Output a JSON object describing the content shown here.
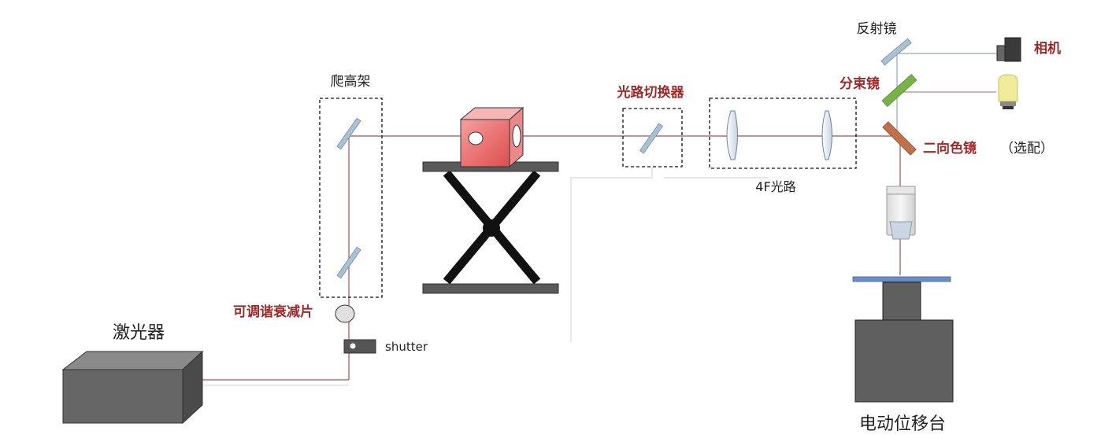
{
  "labels": {
    "laser": "激光器",
    "periscope": "爬高架",
    "attenuator": "可调谐衰减片",
    "shutter": "shutter",
    "switcher": "光路切换器",
    "four_f": "4F光路",
    "reflector": "反射镜",
    "camera": "相机",
    "beam_splitter": "分束镜",
    "dichroic": "二向色镜",
    "optional": "（选配）",
    "stage": "电动位移台"
  },
  "colors": {
    "beam": "#a05050",
    "beam_blue": "#7a96b8",
    "label_red": "#9b2a2a",
    "box_gray": "#5f5f5f",
    "platform_gray": "#5a5a5a",
    "mirror_blue": "#a9c1d3",
    "splitter_green": "#7ab24a",
    "dichroic_orange": "#c0704a",
    "slide_blue": "#6a8fc6",
    "bulb_yellow": "#f0ec9a",
    "cube_pink": "#f08080"
  }
}
